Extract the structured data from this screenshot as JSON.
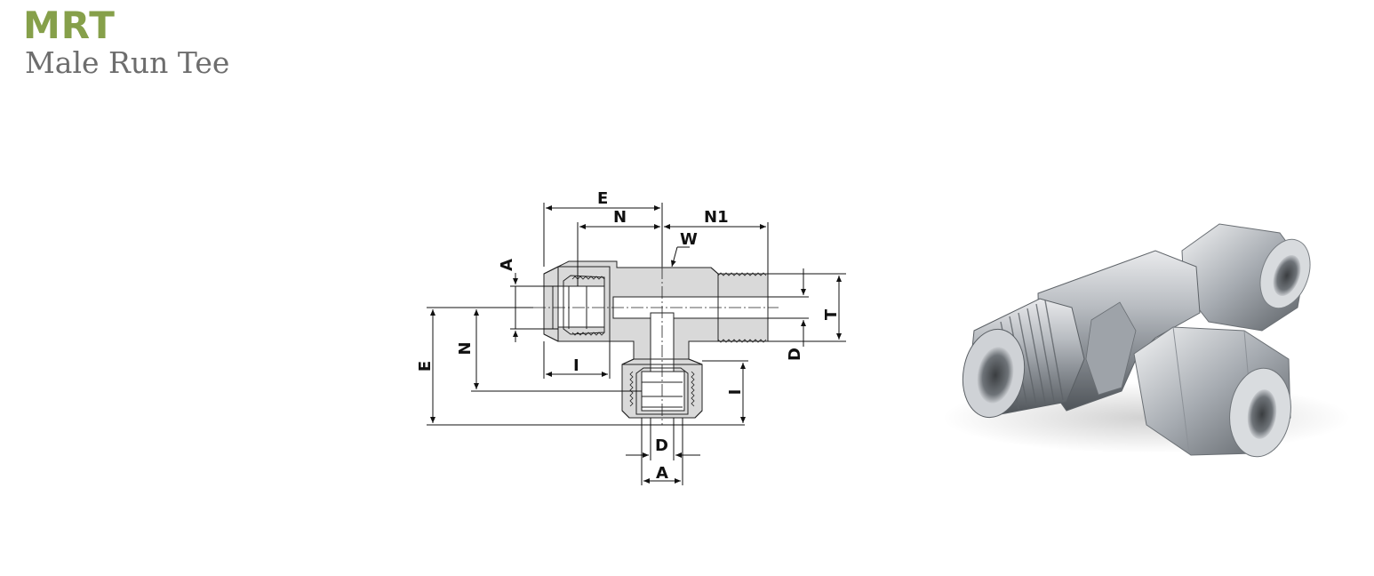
{
  "product": {
    "code": "MRT",
    "name": "Male Run Tee",
    "accent_color": "#86a04a"
  },
  "diagram": {
    "labels": {
      "E_top": "E",
      "N_top": "N",
      "N1": "N1",
      "W": "W",
      "A_left": "A",
      "T": "T",
      "D_right": "D",
      "E_left": "E",
      "N_left": "N",
      "I_bottom_left": "I",
      "I_right": "I",
      "D_bottom": "D",
      "A_bottom": "A"
    }
  },
  "photo": {
    "icon": "male-run-tee-fitting-icon"
  }
}
